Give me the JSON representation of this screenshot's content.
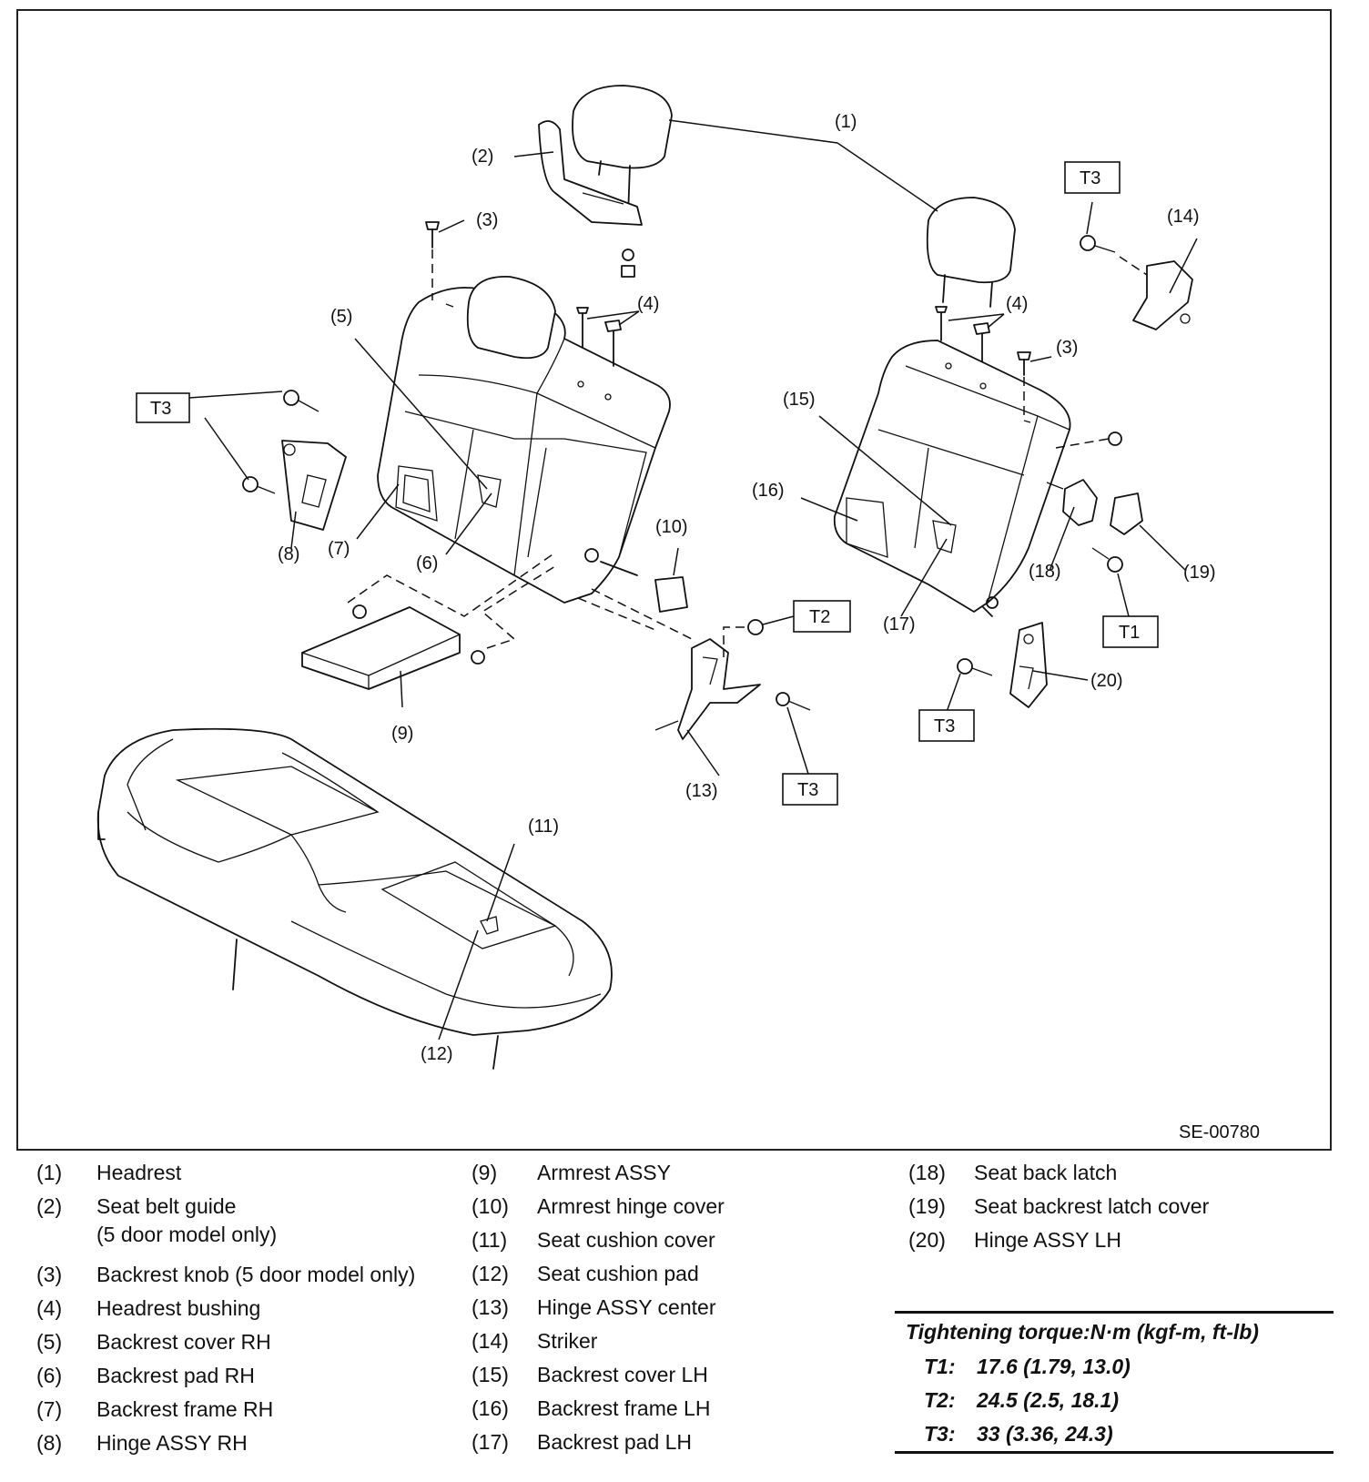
{
  "figure": {
    "code": "SE-00780",
    "callouts": [
      "(1)",
      "(2)",
      "(3)",
      "(3)",
      "(4)",
      "(4)",
      "(5)",
      "(6)",
      "(7)",
      "(8)",
      "(9)",
      "(10)",
      "(11)",
      "(12)",
      "(13)",
      "(14)",
      "(15)",
      "(16)",
      "(17)",
      "(18)",
      "(19)",
      "(20)"
    ],
    "torque_tags": [
      "T3",
      "T3",
      "T3",
      "T3",
      "T2",
      "T1"
    ]
  },
  "legend": {
    "col1": [
      {
        "num": "(1)",
        "label": "Headrest"
      },
      {
        "num": "(2)",
        "label": "Seat belt guide",
        "sub": "(5 door model only)"
      },
      {
        "num": "(3)",
        "label": "Backrest knob (5 door model only)"
      },
      {
        "num": "(4)",
        "label": "Headrest bushing"
      },
      {
        "num": "(5)",
        "label": "Backrest cover RH"
      },
      {
        "num": "(6)",
        "label": "Backrest pad RH"
      },
      {
        "num": "(7)",
        "label": "Backrest frame RH"
      },
      {
        "num": "(8)",
        "label": "Hinge ASSY RH"
      }
    ],
    "col2": [
      {
        "num": "(9)",
        "label": "Armrest ASSY"
      },
      {
        "num": "(10)",
        "label": "Armrest hinge cover"
      },
      {
        "num": "(11)",
        "label": "Seat cushion cover"
      },
      {
        "num": "(12)",
        "label": "Seat cushion pad"
      },
      {
        "num": "(13)",
        "label": "Hinge ASSY center"
      },
      {
        "num": "(14)",
        "label": "Striker"
      },
      {
        "num": "(15)",
        "label": "Backrest cover LH"
      },
      {
        "num": "(16)",
        "label": "Backrest frame LH"
      },
      {
        "num": "(17)",
        "label": "Backrest pad LH"
      }
    ],
    "col3": [
      {
        "num": "(18)",
        "label": "Seat back latch"
      },
      {
        "num": "(19)",
        "label": "Seat backrest latch cover"
      },
      {
        "num": "(20)",
        "label": "Hinge ASSY LH"
      }
    ]
  },
  "torque": {
    "title": "Tightening torque:N·m (kgf-m, ft-lb)",
    "rows": [
      {
        "key": "T1:",
        "value": "17.6 (1.79, 13.0)"
      },
      {
        "key": "T2:",
        "value": "24.5 (2.5, 18.1)"
      },
      {
        "key": "T3:",
        "value": "33 (3.36, 24.3)"
      }
    ]
  }
}
